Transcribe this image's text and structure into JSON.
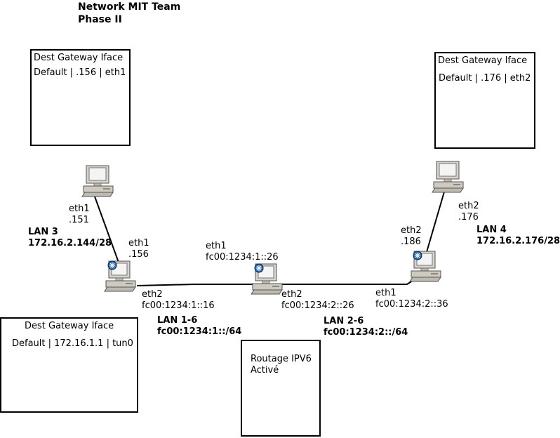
{
  "title": {
    "line1": "Network MIT Team",
    "line2": "Phase II"
  },
  "tables": {
    "top_left": {
      "header": "Dest  Gateway  Iface",
      "row": "Default | .156 | eth1"
    },
    "top_right": {
      "header": "Dest  Gateway  Iface",
      "row": "Default | .176 | eth2"
    },
    "bottom_left": {
      "header": "Dest  Gateway  Iface",
      "row": "Default | 172.16.1.1 | tun0"
    },
    "center": {
      "line1": "Routage IPV6",
      "line2": "Activé"
    }
  },
  "lan3": {
    "name": "LAN 3",
    "subnet": "172.16.2.144/28"
  },
  "lan4": {
    "name": "LAN 4",
    "subnet": "172.16.2.176/28"
  },
  "lan16": {
    "name": "LAN 1-6",
    "subnet": "fc00:1234:1::/64"
  },
  "lan26": {
    "name": "LAN 2-6",
    "subnet": "fc00:1234:2::/64"
  },
  "labels": {
    "pc_left": {
      "iface": "eth1",
      "addr": ".151"
    },
    "pc_right": {
      "iface": "eth2",
      "addr": ".176"
    },
    "r1_eth1": {
      "iface": "eth1",
      "addr": ".156"
    },
    "r1_eth2": {
      "iface": "eth2",
      "addr": "fc00:1234:1::16"
    },
    "r2_eth1": {
      "iface": "eth1",
      "addr": "fc00:1234:1::26"
    },
    "r2_eth2": {
      "iface": "eth2",
      "addr": "fc00:1234:2::26"
    },
    "r3_eth2": {
      "iface": "eth2",
      "addr": ".186"
    },
    "r3_eth1": {
      "iface": "eth1",
      "addr": "fc00:1234:2::36"
    }
  },
  "icons": {
    "host": "computer-icon",
    "router": "router-computer-icon"
  }
}
